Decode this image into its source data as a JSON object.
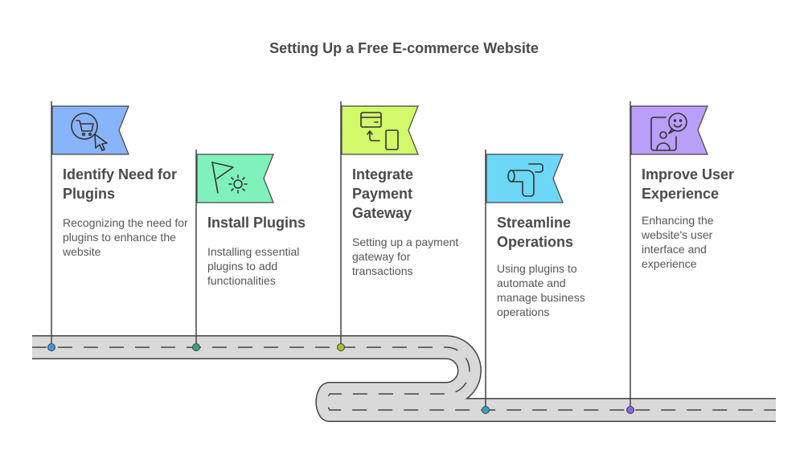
{
  "title": "Setting Up a Free E-commerce Website",
  "steps": [
    {
      "title": "Identify Need for Plugins",
      "description": "Recognizing the need for plugins to enhance the website",
      "icon": "cart-cursor-icon",
      "color": "#88b4fb"
    },
    {
      "title": "Install Plugins",
      "description": "Installing essential plugins to add functionalities",
      "icon": "flag-gear-icon",
      "color": "#7ff2bb"
    },
    {
      "title": "Integrate Payment Gateway",
      "description": "Setting up a payment gateway for transactions",
      "icon": "card-to-phone-icon",
      "color": "#d2f96a"
    },
    {
      "title": "Streamline Operations",
      "description": "Using plugins to automate and manage business operations",
      "icon": "pipeline-icon",
      "color": "#6cd7f6"
    },
    {
      "title": "Improve User Experience",
      "description": "Enhancing the website's user interface and experience",
      "icon": "user-smile-icon",
      "color": "#b99efa"
    }
  ],
  "colors": {
    "road": "#d9d9d9",
    "road_edge": "#444444",
    "dash": "#444444",
    "pole": "#444444",
    "markers": [
      "#4a90d9",
      "#3f9f73",
      "#9bc425",
      "#2aa3c9",
      "#8a63e0"
    ]
  }
}
